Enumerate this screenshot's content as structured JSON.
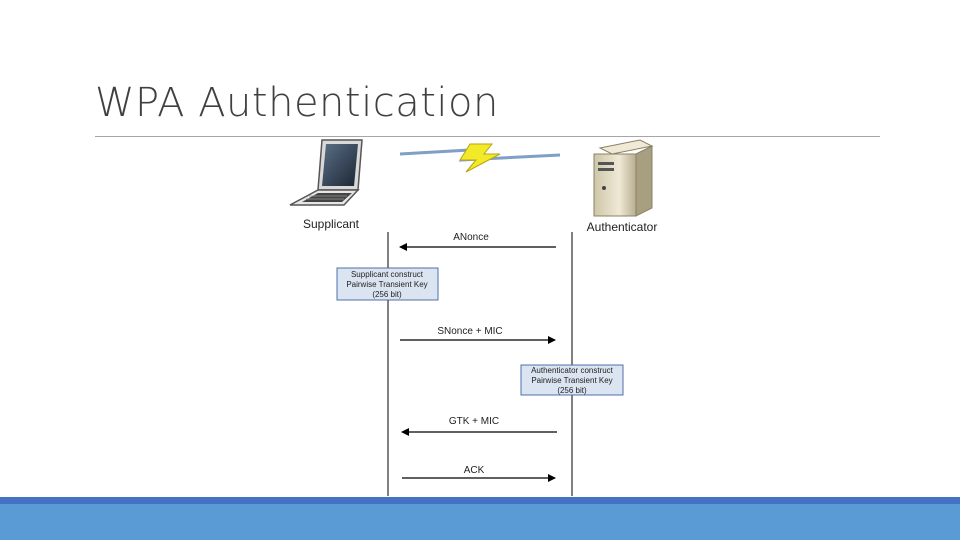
{
  "slide": {
    "title": "WPA Authentication"
  },
  "diagram": {
    "actors": {
      "supplicant": {
        "label": "Supplicant",
        "icon": "laptop-icon"
      },
      "authenticator": {
        "label": "Authenticator",
        "icon": "server-icon"
      }
    },
    "wireless_icon": "lightning-icon",
    "messages": [
      {
        "label": "ANonce",
        "direction": "to-supplicant"
      },
      {
        "label": "SNonce + MIC",
        "direction": "to-authenticator"
      },
      {
        "label": "GTK + MIC",
        "direction": "to-supplicant"
      },
      {
        "label": "ACK",
        "direction": "to-authenticator"
      }
    ],
    "notes": {
      "supplicant": [
        "Supplicant construct",
        "Pairwise Transient Key",
        "(256 bit)"
      ],
      "authenticator": [
        "Authenticator construct",
        "Pairwise Transient Key",
        "(256 bit)"
      ]
    }
  },
  "colors": {
    "footer": "#5b9bd5",
    "footer_accent": "#4472c4",
    "note_fill": "#dbe5f1",
    "note_border": "#4f6fa8"
  }
}
